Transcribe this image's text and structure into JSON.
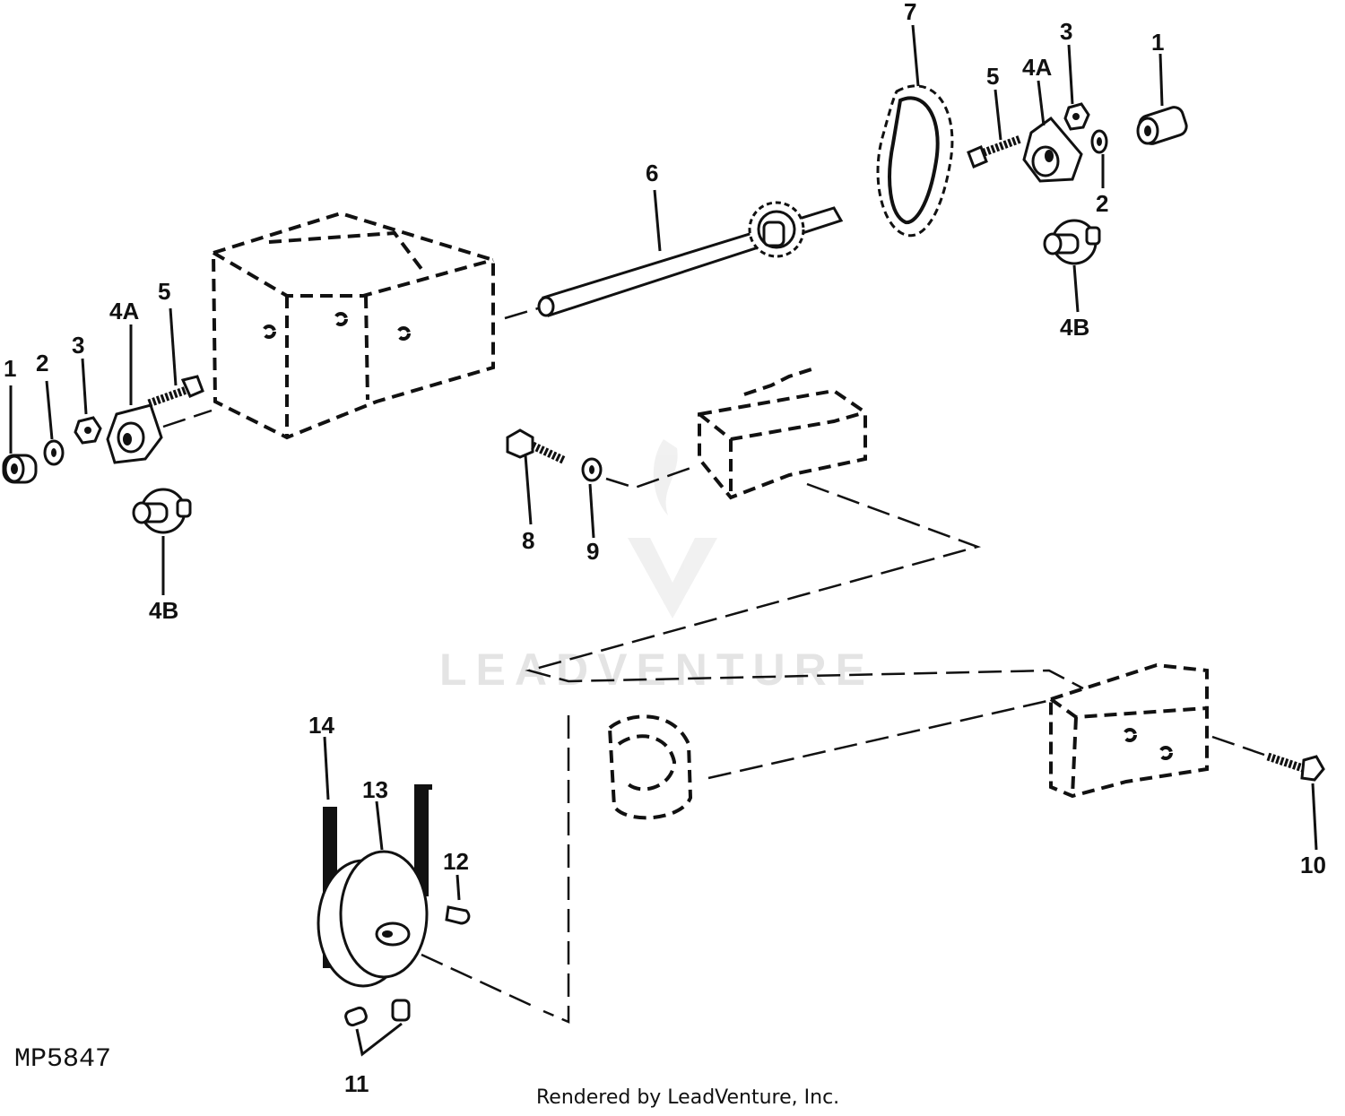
{
  "figure_id": "MP5847",
  "credit": "Rendered by LeadVenture, Inc.",
  "watermark": "LEADVENTURE",
  "callouts": {
    "c1_left": "1",
    "c2_left": "2",
    "c3_left": "3",
    "c4a_left": "4A",
    "c5_left": "5",
    "c4b_left": "4B",
    "c6": "6",
    "c7": "7",
    "c5_right": "5",
    "c4a_right": "4A",
    "c3_right": "3",
    "c1_right": "1",
    "c2_right": "2",
    "c4b_right": "4B",
    "c8": "8",
    "c9": "9",
    "c10": "10",
    "c11": "11",
    "c12": "12",
    "c13": "13",
    "c14": "14"
  }
}
